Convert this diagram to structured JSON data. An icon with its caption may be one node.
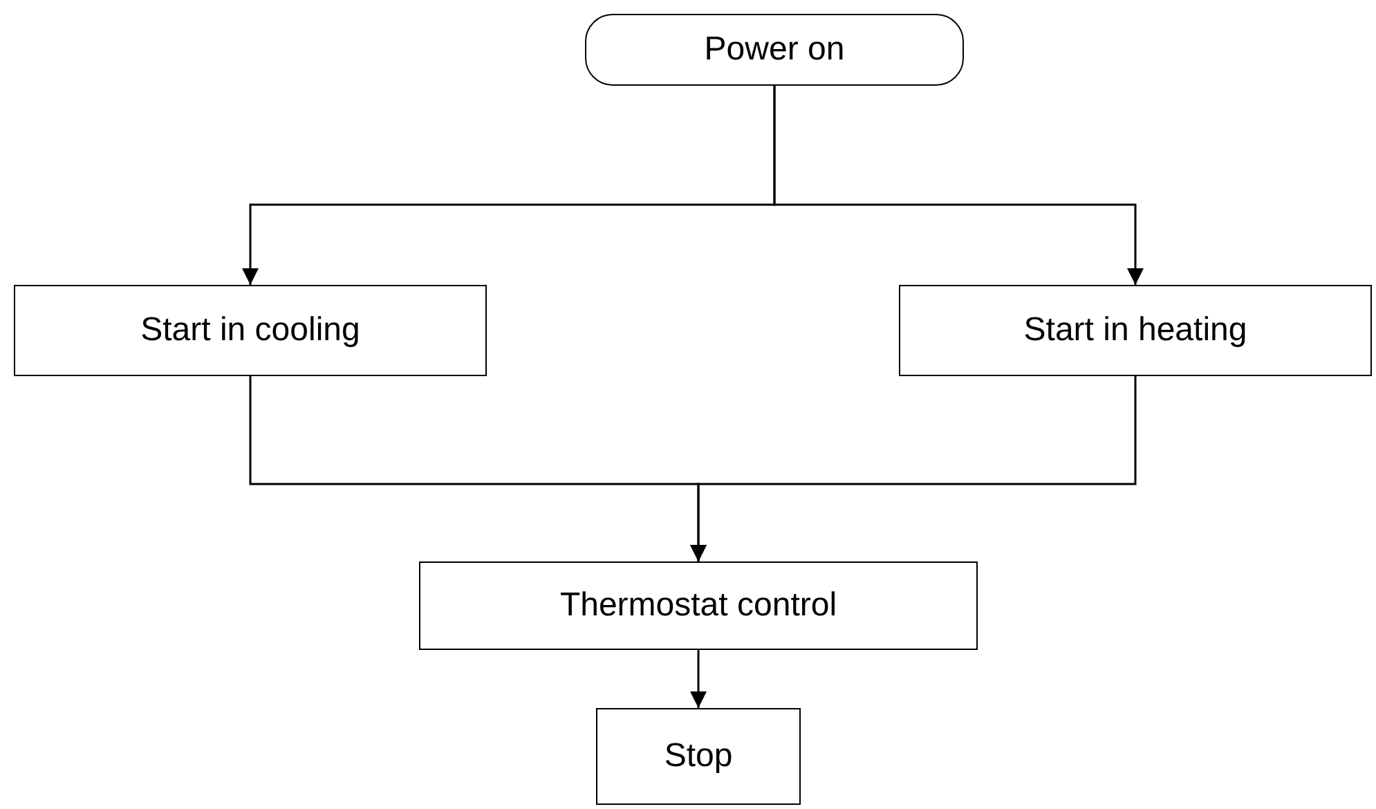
{
  "diagram": {
    "nodes": [
      {
        "text": [
          "Power on"
        ]
      },
      {
        "text": [
          "Start in cooling"
        ]
      },
      {
        "text": [
          "Start in heating"
        ]
      },
      {
        "text": [
          "Thermostat control"
        ]
      },
      {
        "text": [
          "Stop"
        ]
      }
    ],
    "edges": [
      {
        "from": 0,
        "to": 1,
        "arrow": "to"
      },
      {
        "from": 0,
        "to": 2,
        "arrow": "to"
      },
      {
        "from": 1,
        "to": 3,
        "arrow": "to"
      },
      {
        "from": 2,
        "to": 3,
        "arrow": "to"
      },
      {
        "from": 3,
        "to": 4,
        "arrow": "to"
      }
    ]
  }
}
